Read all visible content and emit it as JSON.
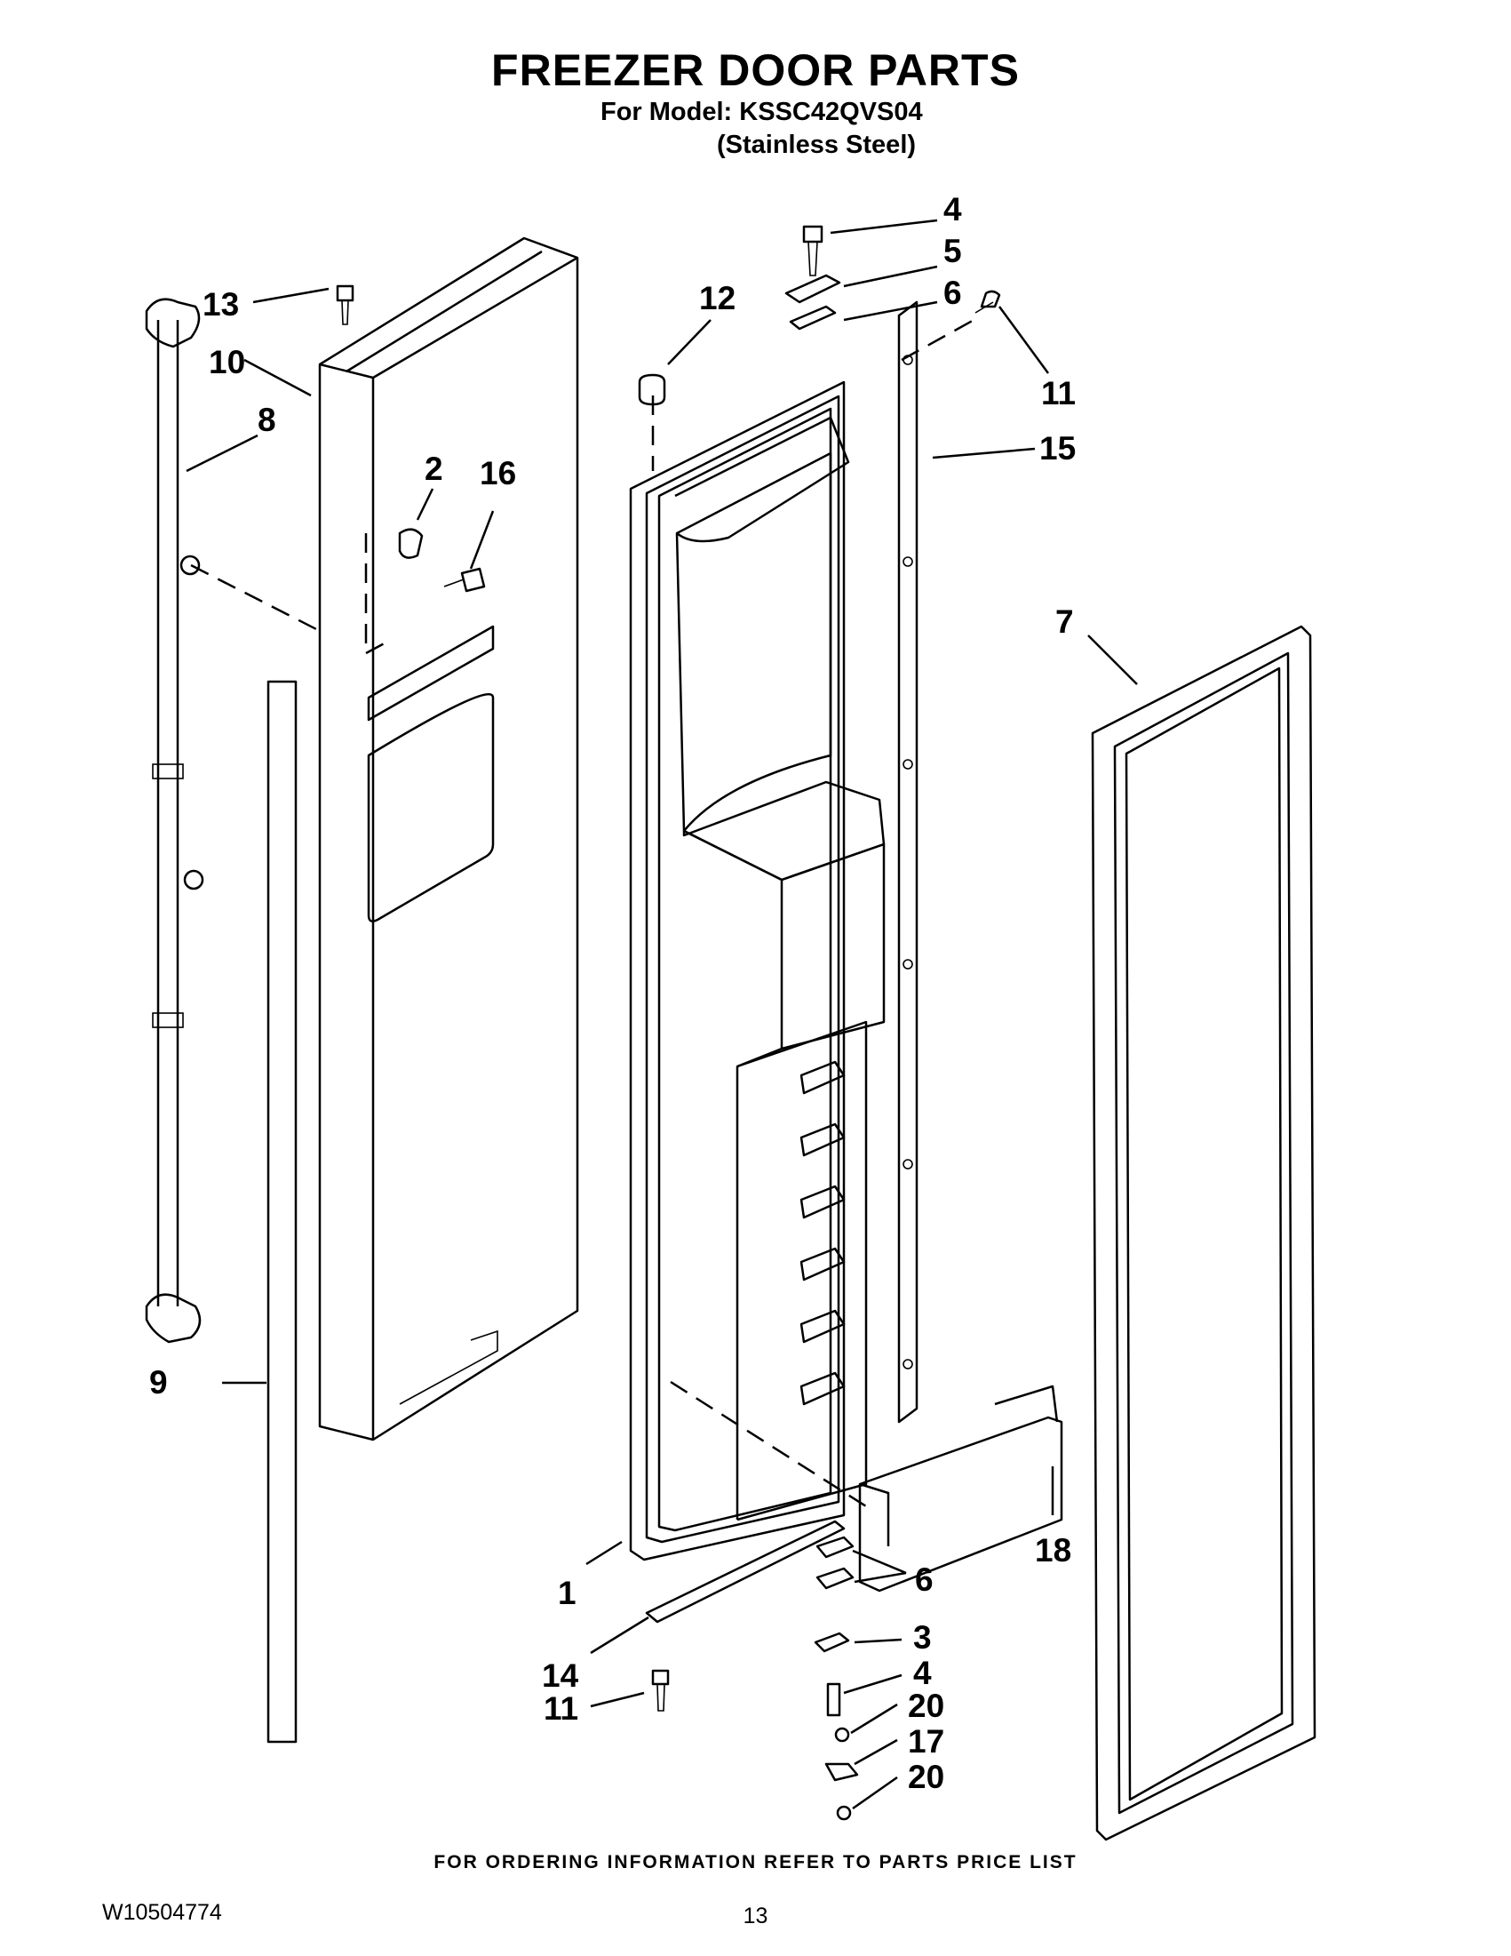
{
  "header": {
    "title": "FREEZER DOOR PARTS",
    "model_line": "For Model: KSSC42QVS04",
    "finish_line": "(Stainless Steel)"
  },
  "footer": {
    "ordering_note": "FOR ORDERING INFORMATION REFER TO PARTS PRICE LIST",
    "document_number": "W10504774",
    "page_number": "13"
  },
  "callouts": {
    "c1": "1",
    "c2": "2",
    "c3": "3",
    "c4a": "4",
    "c4b": "4",
    "c5": "5",
    "c6a": "6",
    "c6b": "6",
    "c7": "7",
    "c8": "8",
    "c9": "9",
    "c10": "10",
    "c11a": "11",
    "c11b": "11",
    "c12": "12",
    "c13": "13",
    "c14": "14",
    "c15": "15",
    "c16": "16",
    "c17": "17",
    "c18": "18",
    "c20a": "20",
    "c20b": "20"
  }
}
